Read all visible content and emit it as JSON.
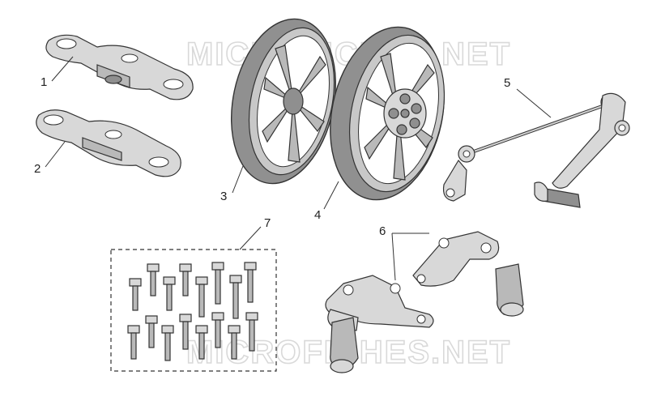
{
  "watermark": {
    "text": "MICROFICHES.NET"
  },
  "callouts": [
    {
      "id": "1",
      "label": "1"
    },
    {
      "id": "2",
      "label": "2"
    },
    {
      "id": "3",
      "label": "3"
    },
    {
      "id": "4",
      "label": "4"
    },
    {
      "id": "5",
      "label": "5"
    },
    {
      "id": "6",
      "label": "6"
    },
    {
      "id": "7",
      "label": "7"
    }
  ],
  "colors": {
    "background": "#ffffff",
    "line": "#333333",
    "watermark": "#d9d9d9"
  }
}
